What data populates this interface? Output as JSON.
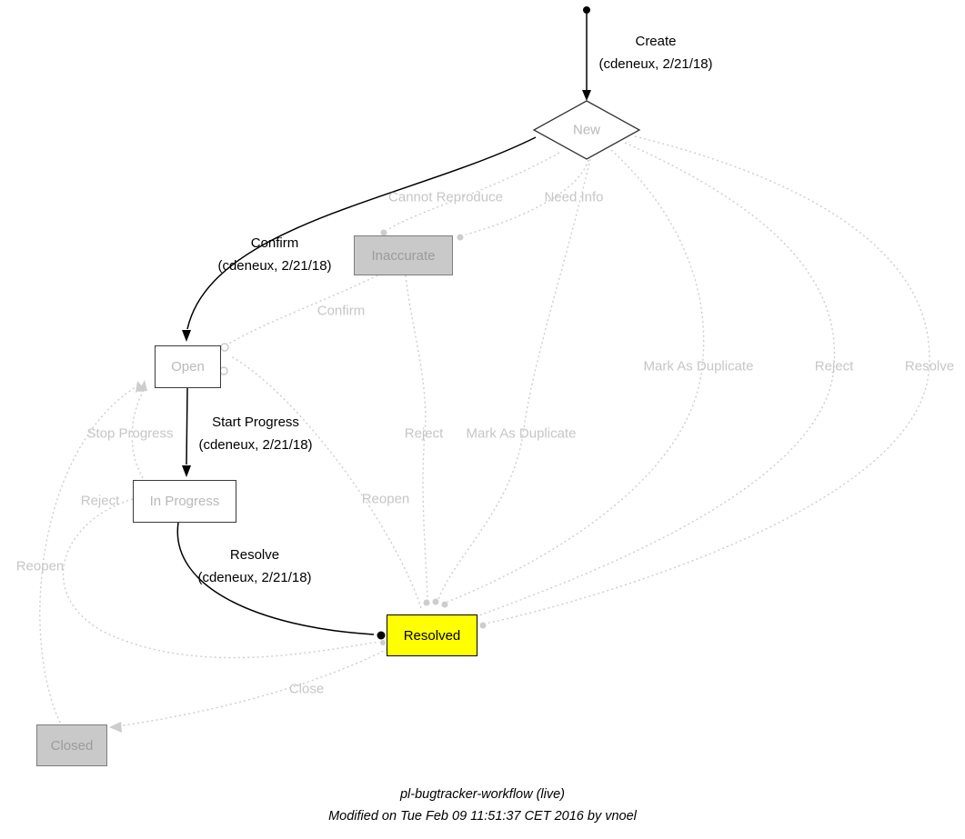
{
  "nodes": {
    "new": "New",
    "inaccurate": "Inaccurate",
    "open": "Open",
    "in_progress": "In Progress",
    "resolved": "Resolved",
    "closed": "Closed"
  },
  "transitions": {
    "create": {
      "label": "Create",
      "meta": "(cdeneux, 2/21/18)"
    },
    "confirm": {
      "label": "Confirm",
      "meta": "(cdeneux, 2/21/18)"
    },
    "start_progress": {
      "label": "Start Progress",
      "meta": "(cdeneux, 2/21/18)"
    },
    "resolve": {
      "label": "Resolve",
      "meta": "(cdeneux, 2/21/18)"
    }
  },
  "inactive_transitions": {
    "cannot_reproduce": "Cannot Reproduce",
    "need_info": "Need Info",
    "confirm": "Confirm",
    "mark_as_duplicate_right": "Mark As Duplicate",
    "reject_right": "Reject",
    "resolve_right": "Resolve",
    "stop_progress": "Stop Progress",
    "reject_mid": "Reject",
    "mark_as_duplicate_mid": "Mark As Duplicate",
    "reject_left": "Reject",
    "reopen_mid": "Reopen",
    "reopen_left": "Reopen",
    "close": "Close"
  },
  "footer": {
    "title": "pl-bugtracker-workflow (live)",
    "modified": "Modified on Tue Feb 09 11:51:37 CET 2016 by vnoel"
  },
  "colors": {
    "active_edge": "#000000",
    "inactive_edge": "#cdcdcd",
    "inactive_text": "#c6c6c6",
    "resolved_fill": "#ffff00",
    "disabled_node_fill": "#c9c9c9"
  }
}
